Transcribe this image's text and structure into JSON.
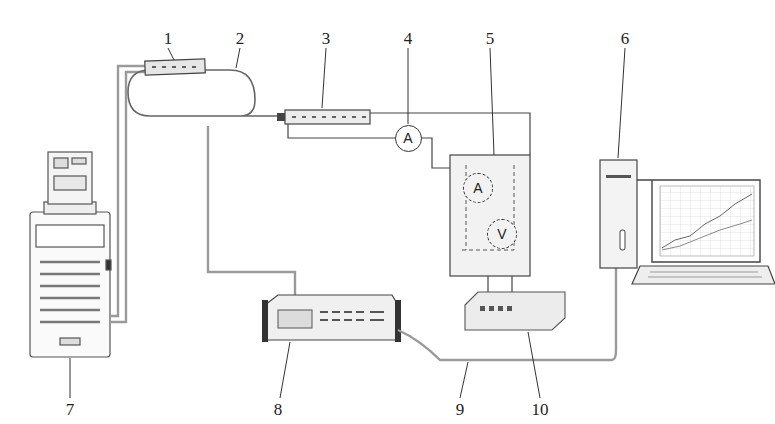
{
  "diagram": {
    "nodes": [
      {
        "text": [
          "A"
        ]
      },
      {
        "text": [
          "A"
        ]
      },
      {
        "text": [
          "V"
        ]
      }
    ],
    "labels": [
      "1",
      "2",
      "3",
      "4",
      "5",
      "6",
      "7",
      "8",
      "9",
      "10"
    ]
  }
}
